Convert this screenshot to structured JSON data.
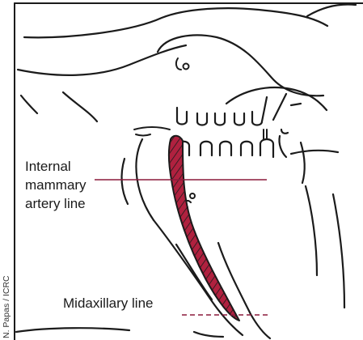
{
  "figure": {
    "labels": {
      "internal_mammary": "Internal\nmammary\nartery line",
      "midaxillary": "Midaxillary line"
    },
    "credit": "N. Papas / ICRC",
    "colors": {
      "outline": "#1b1b1b",
      "incision_fill": "#b0213f",
      "guide_line": "#8c1a3c",
      "background": "#ffffff"
    }
  }
}
